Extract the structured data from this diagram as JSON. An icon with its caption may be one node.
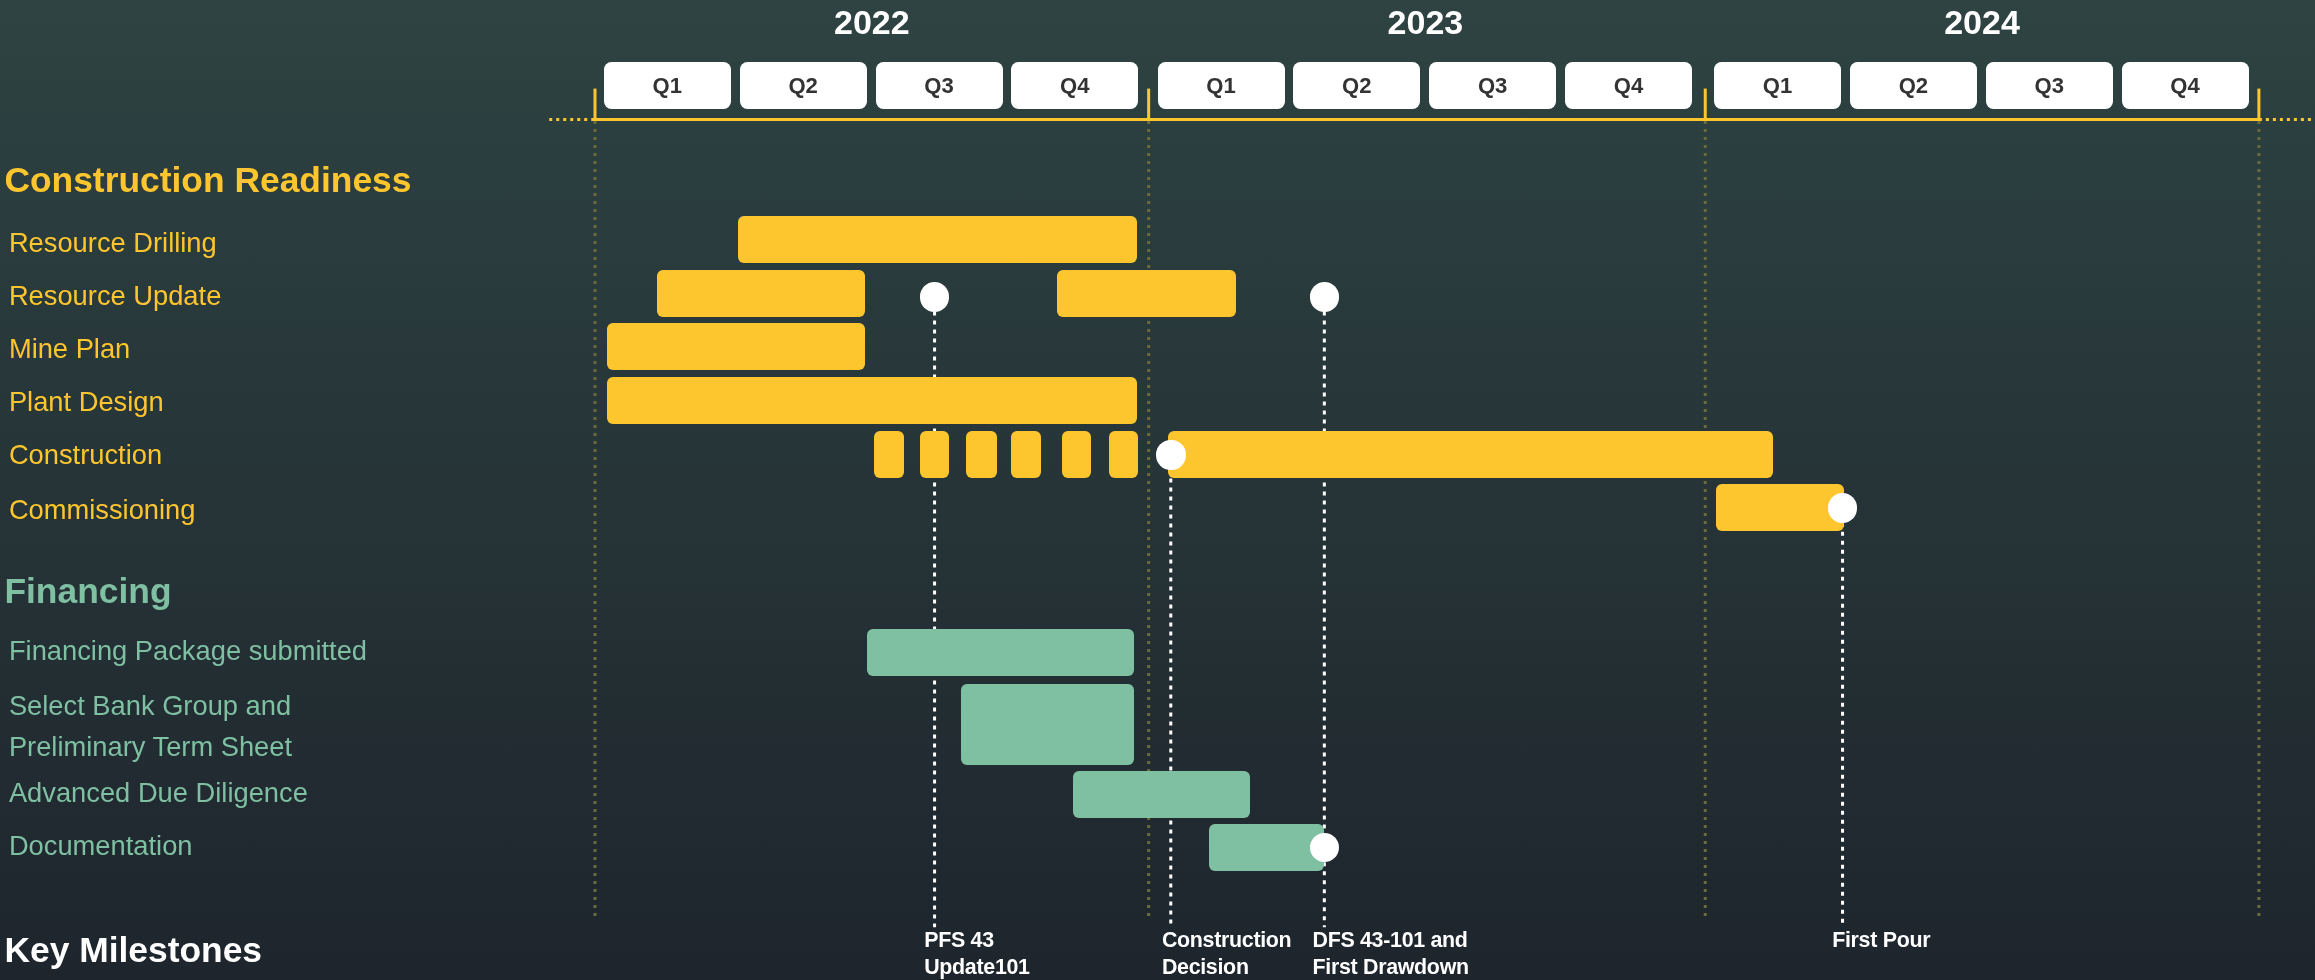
{
  "diagram": {
    "nodes": [
      {
        "text": [],
        "shape": "bar"
      },
      {
        "text": [],
        "shape": "bar"
      },
      {
        "text": [],
        "shape": "bar"
      },
      {
        "text": [],
        "shape": "bar"
      },
      {
        "text": [],
        "shape": "bar"
      },
      {
        "text": [],
        "shape": "bar"
      },
      {
        "text": [],
        "shape": "bar"
      },
      {
        "text": [],
        "shape": "bar"
      },
      {
        "text": [],
        "shape": "bar"
      },
      {
        "text": [],
        "shape": "bar"
      },
      {
        "text": [],
        "shape": "bar"
      },
      {
        "text": [],
        "shape": "bar"
      },
      {
        "text": [],
        "shape": "bar"
      },
      {
        "text": [],
        "shape": "bar"
      },
      {
        "text": [],
        "shape": "bar"
      },
      {
        "text": [],
        "shape": "bar"
      },
      {
        "text": [],
        "shape": "bar"
      },
      {
        "text": [],
        "shape": "circle"
      },
      {
        "text": [],
        "shape": "circle"
      },
      {
        "text": [],
        "shape": "circle"
      },
      {
        "text": [],
        "shape": "circle"
      },
      {
        "text": [],
        "shape": "circle"
      },
      {
        "text": [
          "PFS 43 Update101"
        ]
      },
      {
        "text": [
          "Construction Decision"
        ]
      },
      {
        "text": [
          "DFS 43-101 and First Drawdown"
        ]
      },
      {
        "text": [
          "First Pour"
        ]
      }
    ],
    "edges": [
      {
        "from": 17,
        "to": 22,
        "arrow": "none",
        "style": "dashed"
      },
      {
        "from": 18,
        "to": 21,
        "arrow": "none",
        "style": "dashed"
      },
      {
        "from": 21,
        "to": 24,
        "arrow": "none",
        "style": "dashed"
      },
      {
        "from": 19,
        "to": 23,
        "arrow": "none",
        "style": "dashed"
      },
      {
        "from": 20,
        "to": 25,
        "arrow": "none",
        "style": "dashed"
      }
    ],
    "labels": [
      "2022",
      "2023",
      "2024",
      "Q1",
      "Q2",
      "Q3",
      "Q4",
      "Q1",
      "Q2",
      "Q3",
      "Q4",
      "Q1",
      "Q2",
      "Q3",
      "Q4",
      "Construction Readiness",
      "Resource Drilling",
      "Resource Update",
      "Mine Plan",
      "Plant Design",
      "Construction",
      "Commissioning",
      "Financing",
      "Financing Package submitted",
      "Select Bank Group and Preliminary Term Sheet",
      "Advanced Due Diligence",
      "Documentation",
      "Key Milestones"
    ]
  }
}
